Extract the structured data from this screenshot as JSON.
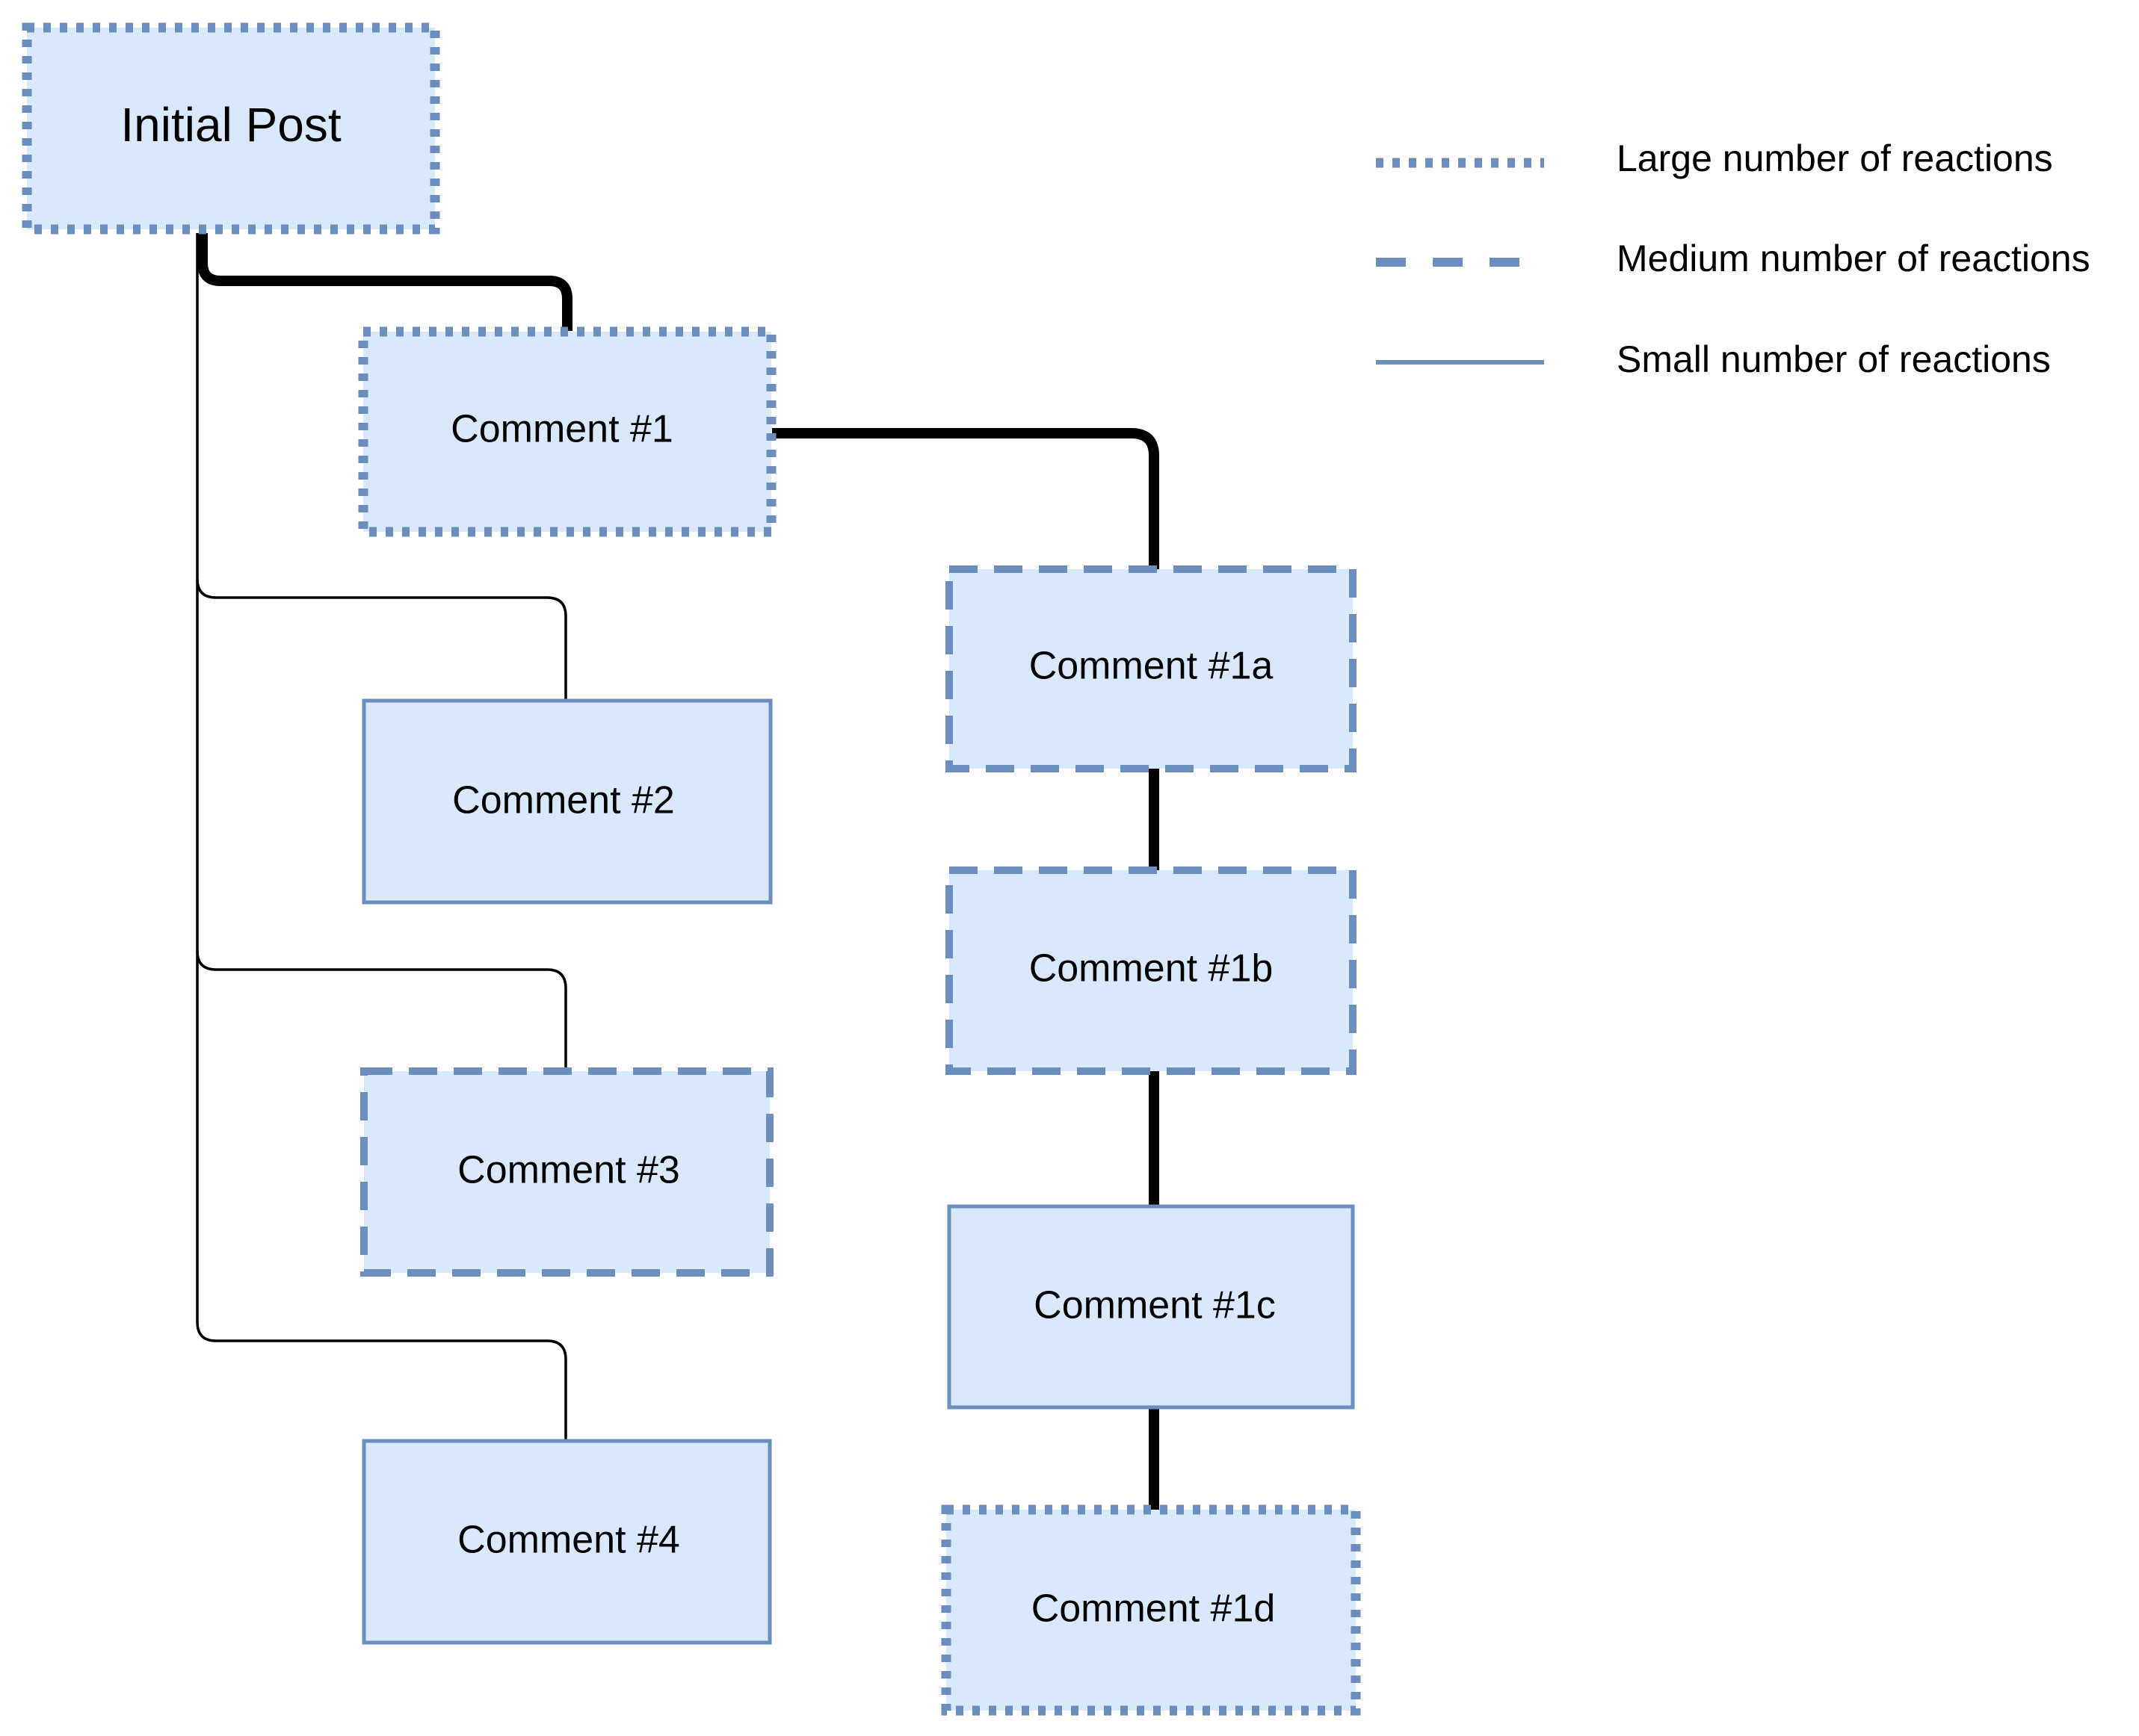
{
  "diagram": {
    "nodes": {
      "initial_post": "Initial Post",
      "comment_1": "Comment #1",
      "comment_2": "Comment #2",
      "comment_3": "Comment #3",
      "comment_4": "Comment #4",
      "comment_1a": "Comment #1a",
      "comment_1b": "Comment #1b",
      "comment_1c": "Comment #1c",
      "comment_1d": "Comment #1d"
    },
    "node_reactions": {
      "initial_post": "large",
      "comment_1": "large",
      "comment_2": "small",
      "comment_3": "medium",
      "comment_4": "small",
      "comment_1a": "medium",
      "comment_1b": "medium",
      "comment_1c": "small",
      "comment_1d": "large"
    },
    "edges": [
      {
        "from": "initial_post",
        "to": "comment_1",
        "weight": "thick"
      },
      {
        "from": "initial_post",
        "to": "comment_2",
        "weight": "thin"
      },
      {
        "from": "initial_post",
        "to": "comment_3",
        "weight": "thin"
      },
      {
        "from": "initial_post",
        "to": "comment_4",
        "weight": "thin"
      },
      {
        "from": "comment_1",
        "to": "comment_1a",
        "weight": "thick"
      },
      {
        "from": "comment_1a",
        "to": "comment_1b",
        "weight": "thick"
      },
      {
        "from": "comment_1b",
        "to": "comment_1c",
        "weight": "thick"
      },
      {
        "from": "comment_1c",
        "to": "comment_1d",
        "weight": "thick"
      }
    ]
  },
  "legend": {
    "large": "Large number of reactions",
    "medium": "Medium number of reactions",
    "small": "Small number of reactions"
  },
  "colors": {
    "node_fill": "#dae8fc",
    "node_stroke": "#6c8ebf",
    "edge": "#000000"
  }
}
